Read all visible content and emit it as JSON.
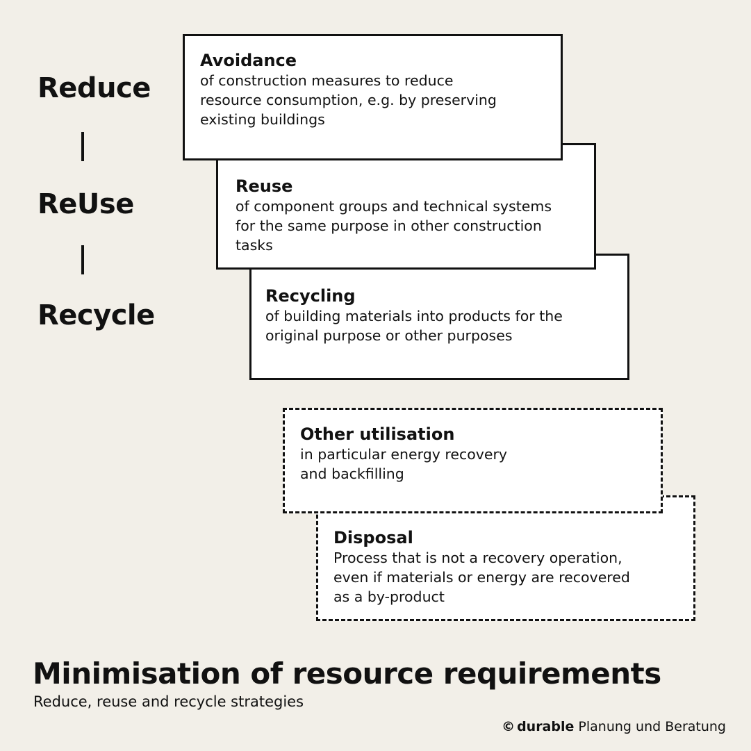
{
  "hierarchy": {
    "levels": [
      "Reduce",
      "ReUse",
      "Recycle"
    ]
  },
  "boxes": [
    {
      "title": "Avoidance",
      "lines": [
        "of construction measures to reduce",
        "resource consumption, e.g. by preserving",
        "existing buildings"
      ],
      "style": "solid"
    },
    {
      "title": "Reuse",
      "lines": [
        "of component groups and technical systems",
        "for the same purpose in other construction",
        "tasks"
      ],
      "style": "solid"
    },
    {
      "title": "Recycling",
      "lines": [
        "of building materials into products for the",
        "original purpose or other purposes"
      ],
      "style": "solid"
    },
    {
      "title": "Other utilisation",
      "lines": [
        "in particular energy recovery",
        "and backfilling"
      ],
      "style": "dashed"
    },
    {
      "title": "Disposal",
      "lines": [
        "Process that is not a recovery operation,",
        "even if materials or energy are recovered",
        "as a by-product"
      ],
      "style": "dashed"
    }
  ],
  "footer": {
    "title": "Minimisation of resource requirements",
    "subtitle": "Reduce, reuse and recycle strategies"
  },
  "credit": {
    "symbol": "©",
    "brand": "durable",
    "rest": " Planung und Beratung"
  },
  "colors": {
    "background": "#f2efe8",
    "box_fill": "#ffffff",
    "ink": "#111111"
  }
}
